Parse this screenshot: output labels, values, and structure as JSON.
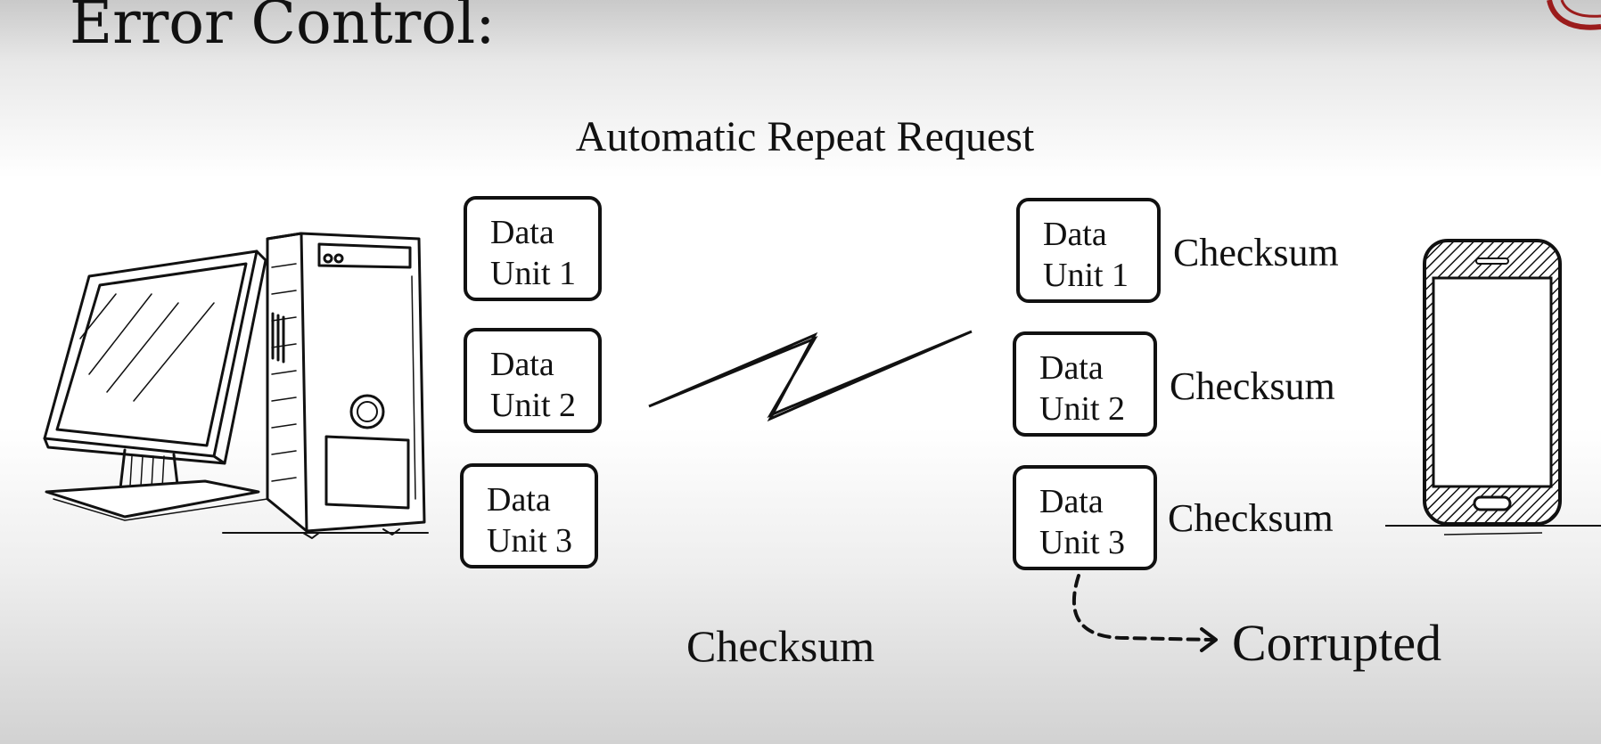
{
  "header": {
    "title": "Error Control:"
  },
  "diagram": {
    "subtitle": "Automatic Repeat Request",
    "sender_units": [
      {
        "label": "Data\nUnit 1"
      },
      {
        "label": "Data\nUnit 2"
      },
      {
        "label": "Data\nUnit 3"
      }
    ],
    "receiver_units": [
      {
        "label": "Data\nUnit 1",
        "tag": "Checksum"
      },
      {
        "label": "Data\nUnit 2",
        "tag": "Checksum"
      },
      {
        "label": "Data\nUnit 3",
        "tag": "Checksum"
      }
    ],
    "caption": "Checksum",
    "status": "Corrupted"
  },
  "icons": {
    "sender": "desktop-computer-icon",
    "receiver": "smartphone-icon",
    "link": "lightning-link-icon",
    "corner_logo": "logo-icon"
  },
  "colors": {
    "ink": "#111111",
    "logo": "#9b1c1c"
  }
}
